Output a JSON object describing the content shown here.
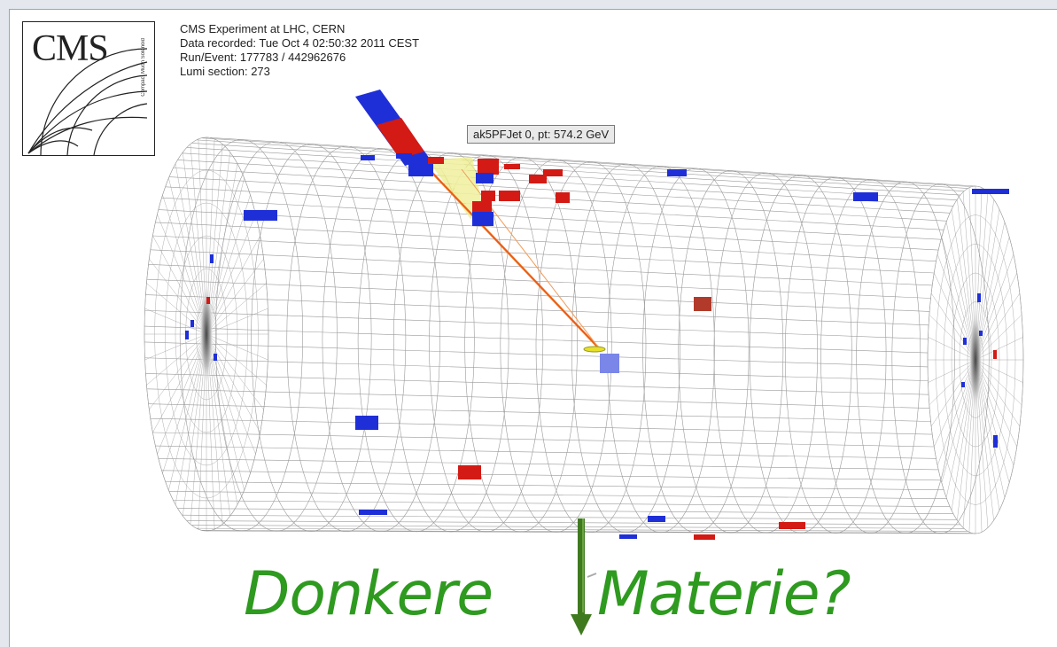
{
  "logo": {
    "text": "CMS",
    "subtext": "Compact Muon Solenoid"
  },
  "event_info": {
    "experiment": "CMS Experiment at LHC, CERN",
    "recorded": "Data recorded: Tue Oct  4 02:50:32 2011 CEST",
    "run_event": "Run/Event: 177783 / 442962676",
    "lumi": "Lumi section: 273"
  },
  "jet": {
    "label": "ak5PFJet 0, pt: 574.2 GeV"
  },
  "caption": {
    "left": "Donkere",
    "right": "Materie?"
  },
  "colors": {
    "hcal": "#d31a14",
    "ecal": "#1f2fd8",
    "jet_cone": "#f0ee9a",
    "track": "#f07a22",
    "arrow": "#3f7a1f",
    "caption": "#2e9a1f",
    "grid": "#999999"
  },
  "icons": [
    "cms-logo-icon",
    "missing-energy-arrow-icon"
  ]
}
